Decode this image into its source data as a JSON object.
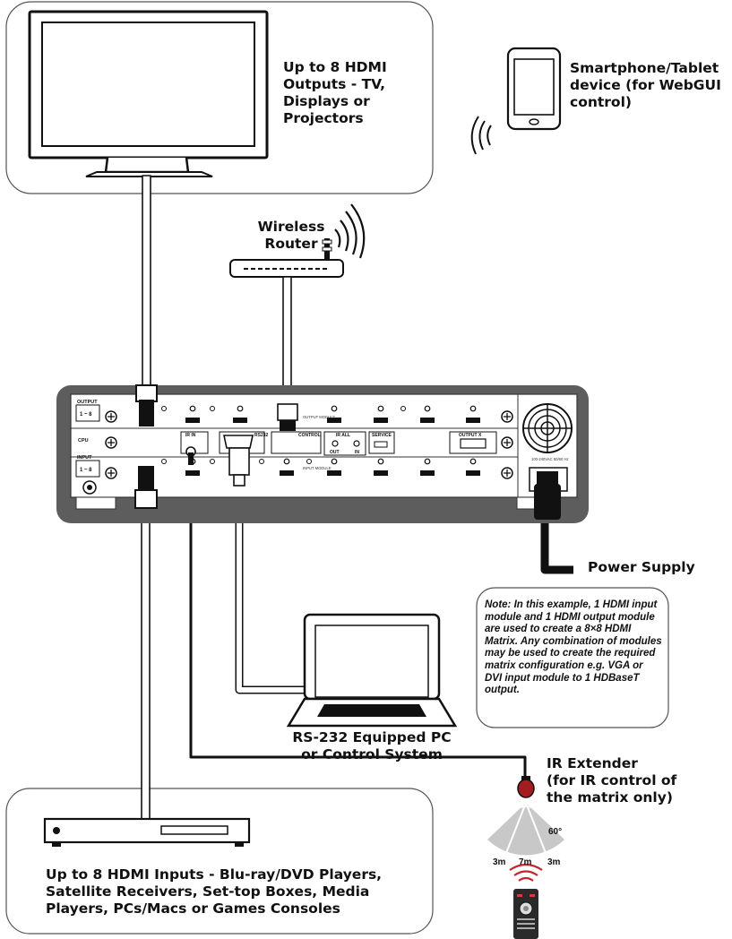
{
  "labels": {
    "outputs": "Up to 8 HDMI\nOutputs - TV,\nDisplays or\nProjectors",
    "tablet": "Smartphone/Tablet\ndevice (for WebGUI\ncontrol)",
    "router": "Wireless\nRouter",
    "power": "Power Supply",
    "pc": "RS-232 Equipped PC\nor Control System",
    "ir_extender": "IR Extender\n(for IR control of\nthe matrix only)",
    "inputs": "Up to 8 HDMI Inputs - Blu-ray/DVD Players,\nSatellite Receivers, Set-top Boxes, Media\nPlayers, PCs/Macs or Games Consoles",
    "note": "Note: In this example, 1 HDMI input module and 1 HDMI output module are used to create a 8×8 HDMI Matrix. Any combination of modules may be used to create the required matrix configuration e.g. VGA or DVI input module to 1 HDBaseT output."
  },
  "ir_range": {
    "angle": "60°",
    "left": "3m",
    "center": "7m",
    "right": "3m"
  },
  "panel": {
    "output": "OUTPUT",
    "output_range": "1 ~ 8",
    "cpu": "CPU",
    "input": "INPUT",
    "input_range": "1 ~ 8",
    "ir_in": "IR IN",
    "rs232": "RS232",
    "control": "CONTROL",
    "ir_all": "IR ALL",
    "out": "OUT",
    "in": "IN",
    "service": "SERVICE",
    "output_module": "OUTPUT\nMODULE",
    "input_module": "INPUT\nMODULE",
    "output_x": "OUTPUT X",
    "power_rating": "100-240VAC\n50/60 Hz"
  }
}
